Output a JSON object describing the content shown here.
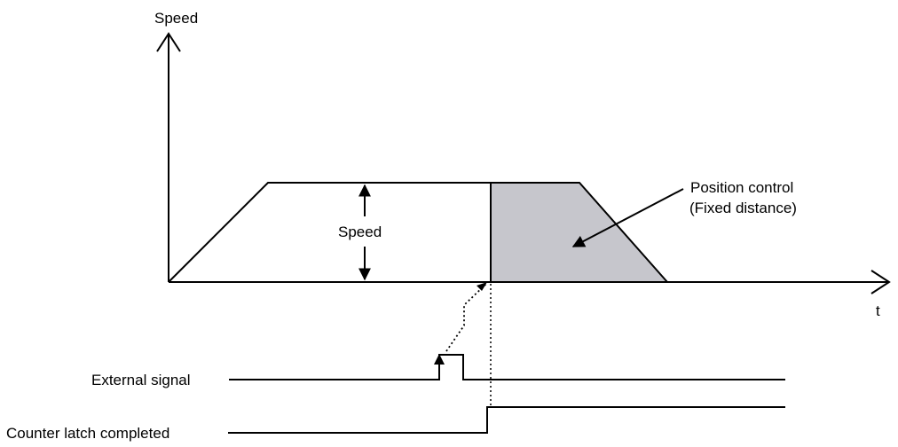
{
  "labels": {
    "y_axis": "Speed",
    "x_axis": "t",
    "speed_dimension": "Speed",
    "position_control_line1": "Position control",
    "position_control_line2": "(Fixed distance)",
    "external_signal": "External signal",
    "counter_latch": "Counter latch completed"
  },
  "colors": {
    "line": "#000000",
    "fill_region": "#c6c6cc",
    "background": "#ffffff"
  }
}
